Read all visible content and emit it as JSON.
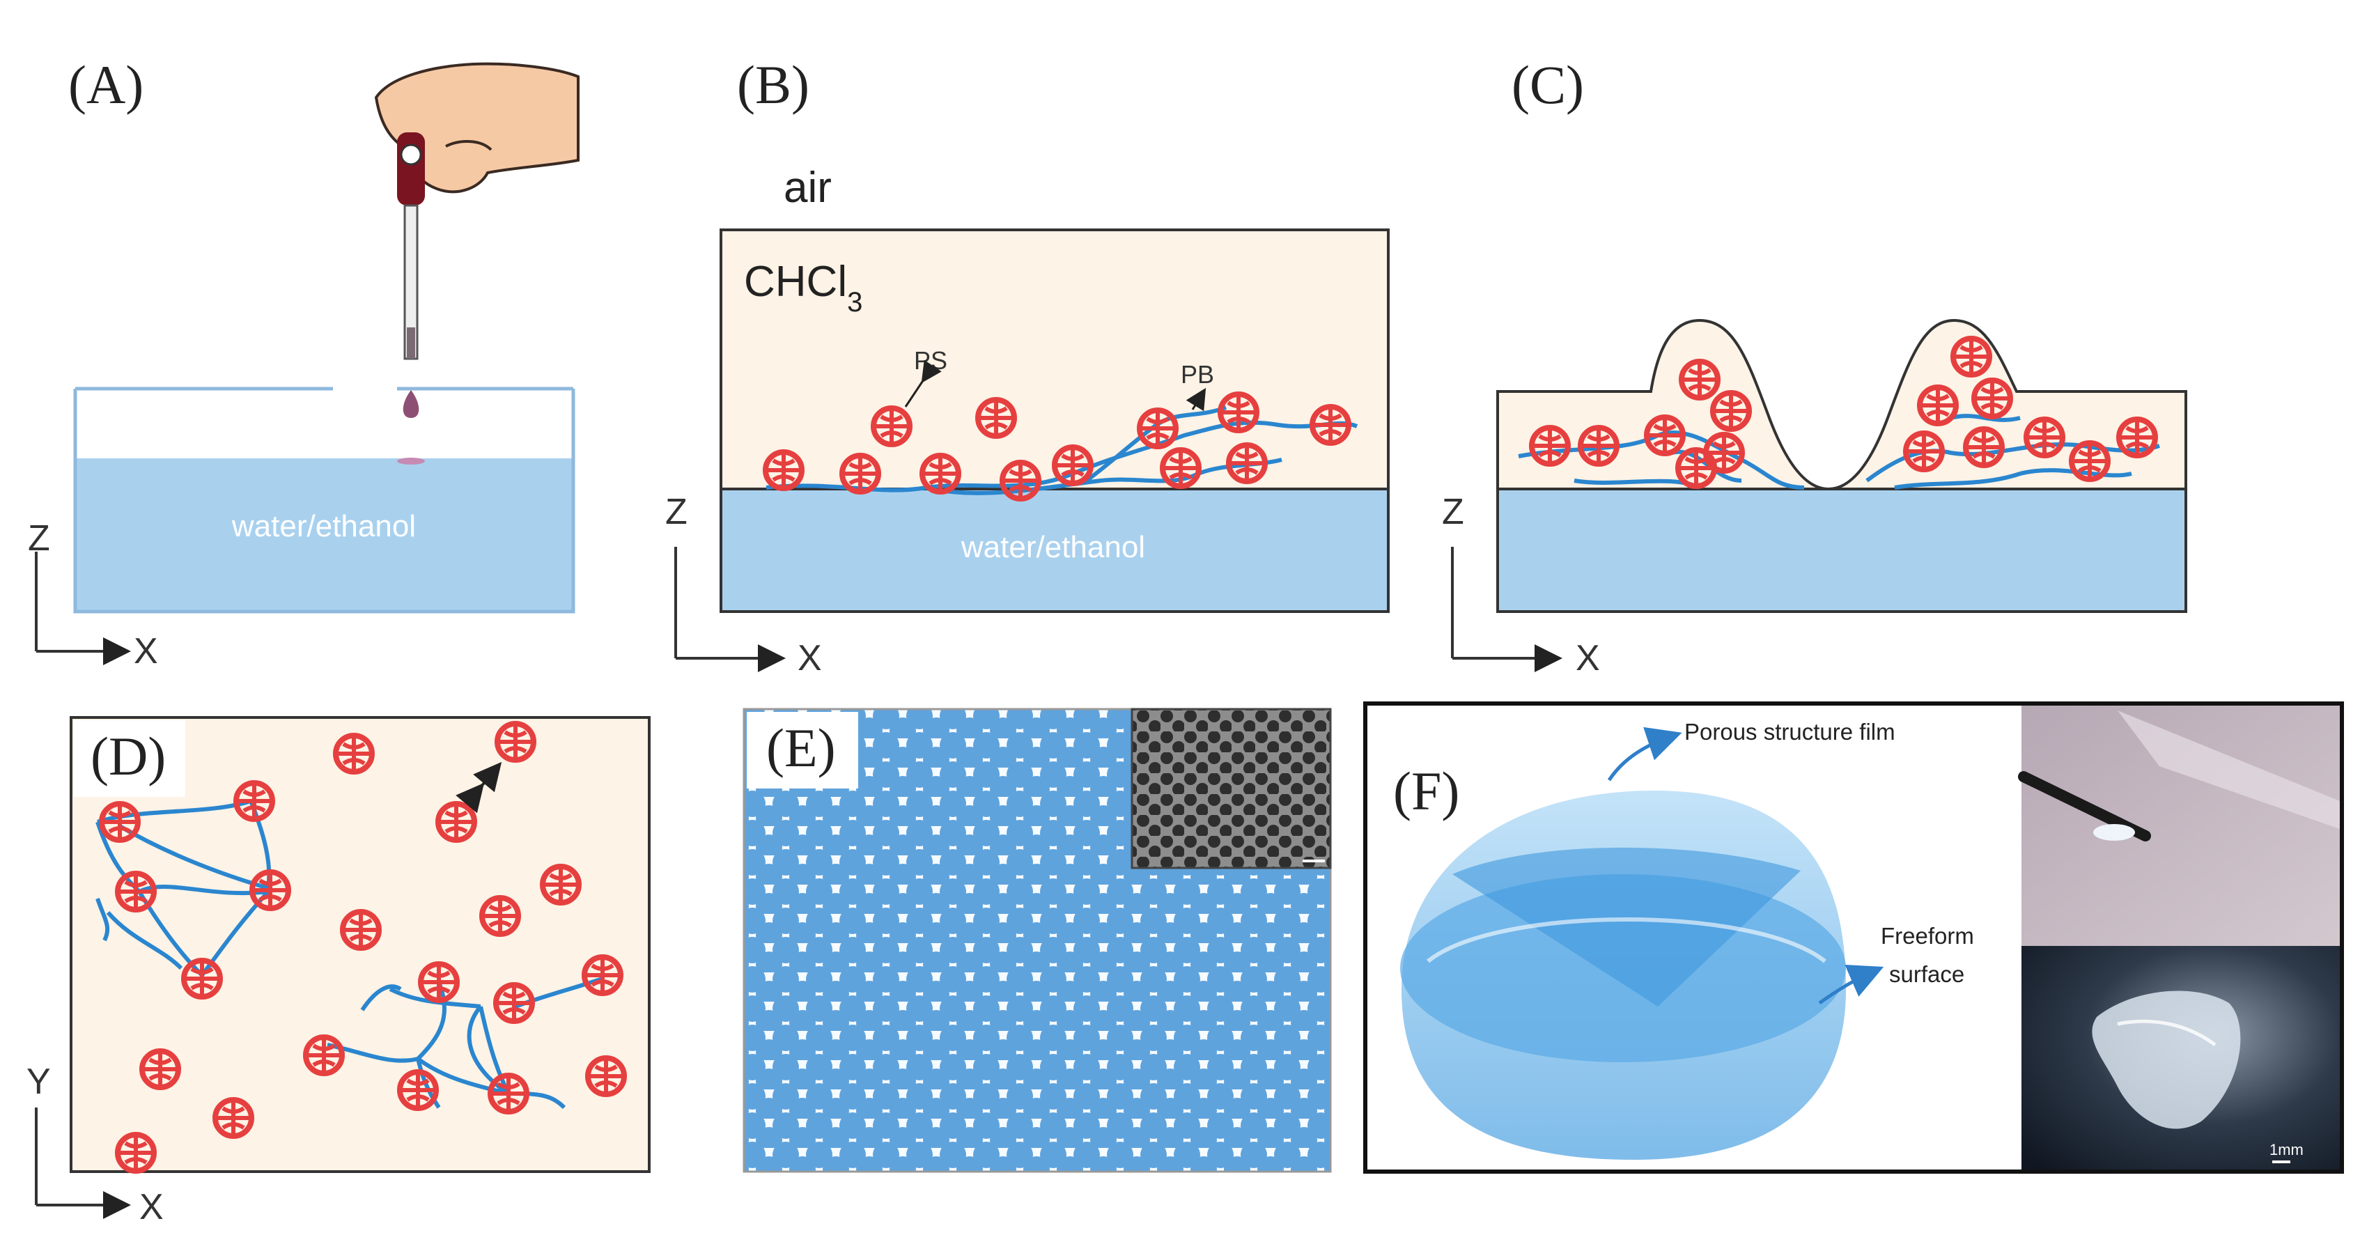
{
  "panels": {
    "a": {
      "label": "(A)",
      "liquid": "water/ethanol",
      "axis_v": "Z",
      "axis_h": "X"
    },
    "b": {
      "label": "(B)",
      "phase_top": "air",
      "solvent_main": "CHCl",
      "solvent_sub": "3",
      "ps_label": "PS",
      "pb_label": "PB",
      "liquid": "water/ethanol",
      "axis_v": "Z",
      "axis_h": "X"
    },
    "c": {
      "label": "(C)",
      "axis_v": "Z",
      "axis_h": "X"
    },
    "d": {
      "label": "(D)",
      "axis_v": "Y",
      "axis_h": "X"
    },
    "e": {
      "label": "(E)"
    },
    "f": {
      "label": "(F)",
      "porous_label": "Porous structure film",
      "freeform_label_1": "Freeform",
      "freeform_label_2": "surface",
      "scale_label": "1mm"
    }
  },
  "colors": {
    "water": "#a9d1ee",
    "chloroform": "#fdf3e6",
    "particle": "#e63f3f",
    "chain": "#2a86cf",
    "pore": "#5fa3dd",
    "dome": "#7fbde9"
  },
  "icons": [
    "hand-icon",
    "dropper-icon",
    "droplet-icon",
    "arrow-icon",
    "sem-image-icon",
    "photo-icon"
  ]
}
